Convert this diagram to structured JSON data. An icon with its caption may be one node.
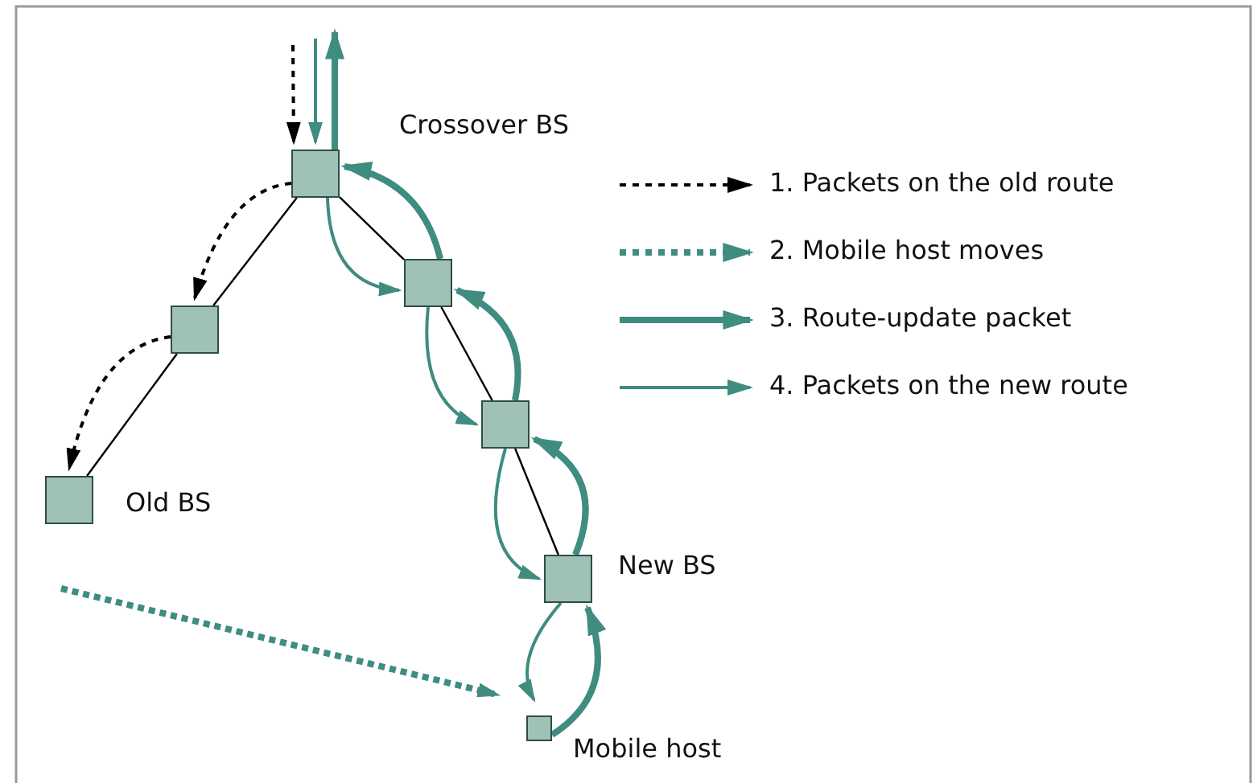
{
  "diagram": {
    "nodes": [
      {
        "text": [],
        "shape": "box",
        "beside": [
          "Crossover BS"
        ]
      },
      {
        "text": [],
        "shape": "box"
      },
      {
        "text": [],
        "shape": "box",
        "beside": [
          "Old BS"
        ]
      },
      {
        "text": [],
        "shape": "box"
      },
      {
        "text": [],
        "shape": "box"
      },
      {
        "text": [],
        "shape": "box",
        "beside": [
          "New BS"
        ]
      },
      {
        "text": [],
        "shape": "box",
        "beside": [
          "Mobile host"
        ]
      }
    ],
    "edges": [
      {
        "from": 0,
        "to": 1,
        "arrow": "none",
        "color": "#000000"
      },
      {
        "from": 1,
        "to": 2,
        "arrow": "none",
        "color": "#000000"
      },
      {
        "from": 0,
        "to": 3,
        "arrow": "none",
        "color": "#000000"
      },
      {
        "from": 3,
        "to": 4,
        "arrow": "none",
        "color": "#000000"
      },
      {
        "from": 4,
        "to": 5,
        "arrow": "none",
        "color": "#000000"
      },
      {
        "from": null,
        "to": 0,
        "arrow": "to",
        "style": "dashed",
        "color": "#000000"
      },
      {
        "from": 0,
        "to": 1,
        "arrow": "to",
        "style": "dashed",
        "color": "#000000"
      },
      {
        "from": 1,
        "to": 2,
        "arrow": "to",
        "style": "dashed",
        "color": "#000000"
      },
      {
        "from": null,
        "to": 6,
        "arrow": "to",
        "style": "dashed"
      },
      {
        "from": 6,
        "to": 5,
        "arrow": "to",
        "style": "thick"
      },
      {
        "from": 5,
        "to": 4,
        "arrow": "to",
        "style": "thick"
      },
      {
        "from": 4,
        "to": 3,
        "arrow": "to",
        "style": "thick"
      },
      {
        "from": 3,
        "to": 0,
        "arrow": "to",
        "style": "thick"
      },
      {
        "from": 0,
        "to": null,
        "arrow": "to",
        "style": "thick"
      },
      {
        "from": null,
        "to": 0,
        "arrow": "to"
      },
      {
        "from": 0,
        "to": 3,
        "arrow": "to"
      },
      {
        "from": 3,
        "to": 4,
        "arrow": "to"
      },
      {
        "from": 4,
        "to": 5,
        "arrow": "to"
      },
      {
        "from": 5,
        "to": 6,
        "arrow": "to"
      }
    ],
    "legend": [
      {
        "text": "1. Packets on the old route"
      },
      {
        "text": "2. Mobile host moves"
      },
      {
        "text": "3. Route-update packet"
      },
      {
        "text": "4. Packets on the new route"
      }
    ]
  }
}
